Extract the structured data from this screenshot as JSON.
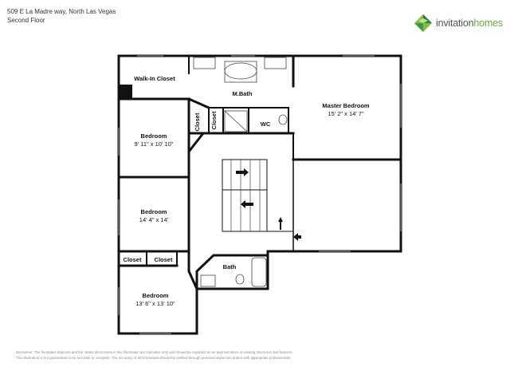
{
  "header": {
    "address": "509 E La Madre way, North Las Vegas",
    "floor": "Second Floor"
  },
  "logo": {
    "part1": "invitation",
    "part2": "homes",
    "colors": {
      "dark_green": "#2f7d3a",
      "light_green": "#7fbf45",
      "text_grey": "#555555"
    }
  },
  "rooms": {
    "walk_in_closet": {
      "name": "Walk-In Closet"
    },
    "m_bath": {
      "name": "M.Bath"
    },
    "master_bedroom": {
      "name": "Master Bedroom",
      "dims": "15' 2\" x 14' 7\""
    },
    "closet_a": {
      "name": "Closet"
    },
    "closet_b": {
      "name": "Closet"
    },
    "wc": {
      "name": "WC"
    },
    "bedroom_1": {
      "name": "Bedroom",
      "dims": "9' 11\" x 10' 10\""
    },
    "bedroom_2": {
      "name": "Bedroom",
      "dims": "14' 4\" x 14'"
    },
    "closet_c": {
      "name": "Closet"
    },
    "closet_d": {
      "name": "Closet"
    },
    "bath": {
      "name": "Bath"
    },
    "bedroom_3": {
      "name": "Bedroom",
      "dims": "13' 6\" x 13' 10\""
    }
  },
  "disclaimer": {
    "line1": "Disclaimer: The floorplans depicted and the stated dimensions in this illustration are indicative only and should be regarded as an approximation of existing structures and features.",
    "line2": "This illustration is not guaranteed to be accurate or complete. The accuracy of all information should be verified through personal inspection and/or with appropriate professionals."
  }
}
